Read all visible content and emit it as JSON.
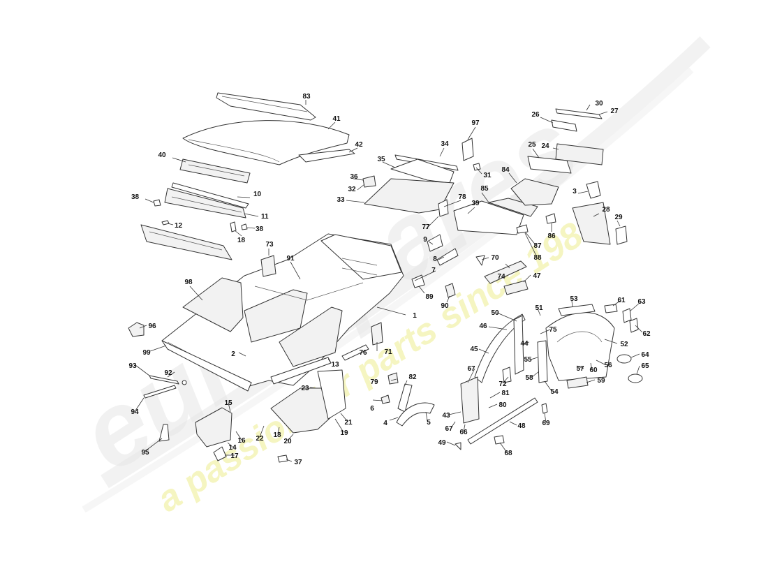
{
  "watermark": {
    "brand": "eurospares",
    "tagline": "a passion for parts since 1985",
    "brand_color": "#e8e8e8",
    "tagline_color": "#f3f3a0"
  },
  "labels": [
    {
      "id": "83",
      "text": "83"
    },
    {
      "id": "41",
      "text": "41"
    },
    {
      "id": "42",
      "text": "42"
    },
    {
      "id": "40",
      "text": "40"
    },
    {
      "id": "10",
      "text": "10"
    },
    {
      "id": "38a",
      "text": "38"
    },
    {
      "id": "11",
      "text": "11"
    },
    {
      "id": "12",
      "text": "12"
    },
    {
      "id": "38b",
      "text": "38"
    },
    {
      "id": "18a",
      "text": "18"
    },
    {
      "id": "73",
      "text": "73"
    },
    {
      "id": "91",
      "text": "91"
    },
    {
      "id": "98",
      "text": "98"
    },
    {
      "id": "96",
      "text": "96"
    },
    {
      "id": "99",
      "text": "99"
    },
    {
      "id": "2",
      "text": "2"
    },
    {
      "id": "93",
      "text": "93"
    },
    {
      "id": "92",
      "text": "92"
    },
    {
      "id": "94",
      "text": "94"
    },
    {
      "id": "95",
      "text": "95"
    },
    {
      "id": "15",
      "text": "15"
    },
    {
      "id": "16",
      "text": "16"
    },
    {
      "id": "14",
      "text": "14"
    },
    {
      "id": "17",
      "text": "17"
    },
    {
      "id": "22",
      "text": "22"
    },
    {
      "id": "18b",
      "text": "18"
    },
    {
      "id": "20",
      "text": "20"
    },
    {
      "id": "19",
      "text": "19"
    },
    {
      "id": "21",
      "text": "21"
    },
    {
      "id": "23",
      "text": "23"
    },
    {
      "id": "13",
      "text": "13"
    },
    {
      "id": "37",
      "text": "37"
    },
    {
      "id": "1",
      "text": "1"
    },
    {
      "id": "71",
      "text": "71"
    },
    {
      "id": "76",
      "text": "76"
    },
    {
      "id": "79",
      "text": "79"
    },
    {
      "id": "82",
      "text": "82"
    },
    {
      "id": "6",
      "text": "6"
    },
    {
      "id": "4",
      "text": "4"
    },
    {
      "id": "5",
      "text": "5"
    },
    {
      "id": "30",
      "text": "30"
    },
    {
      "id": "27",
      "text": "27"
    },
    {
      "id": "26",
      "text": "26"
    },
    {
      "id": "97",
      "text": "97"
    },
    {
      "id": "34",
      "text": "34"
    },
    {
      "id": "35",
      "text": "35"
    },
    {
      "id": "36",
      "text": "36"
    },
    {
      "id": "32",
      "text": "32"
    },
    {
      "id": "33",
      "text": "33"
    },
    {
      "id": "31",
      "text": "31"
    },
    {
      "id": "25",
      "text": "25"
    },
    {
      "id": "24",
      "text": "24"
    },
    {
      "id": "84",
      "text": "84"
    },
    {
      "id": "3",
      "text": "3"
    },
    {
      "id": "85",
      "text": "85"
    },
    {
      "id": "78",
      "text": "78"
    },
    {
      "id": "39",
      "text": "39"
    },
    {
      "id": "28",
      "text": "28"
    },
    {
      "id": "29",
      "text": "29"
    },
    {
      "id": "77",
      "text": "77"
    },
    {
      "id": "86",
      "text": "86"
    },
    {
      "id": "87",
      "text": "87"
    },
    {
      "id": "88",
      "text": "88"
    },
    {
      "id": "9",
      "text": "9"
    },
    {
      "id": "8",
      "text": "8"
    },
    {
      "id": "7",
      "text": "7"
    },
    {
      "id": "70",
      "text": "70"
    },
    {
      "id": "74",
      "text": "74"
    },
    {
      "id": "47",
      "text": "47"
    },
    {
      "id": "89",
      "text": "89"
    },
    {
      "id": "90",
      "text": "90"
    },
    {
      "id": "53",
      "text": "53"
    },
    {
      "id": "61",
      "text": "61"
    },
    {
      "id": "63",
      "text": "63"
    },
    {
      "id": "62",
      "text": "62"
    },
    {
      "id": "50",
      "text": "50"
    },
    {
      "id": "51",
      "text": "51"
    },
    {
      "id": "46",
      "text": "46"
    },
    {
      "id": "75",
      "text": "75"
    },
    {
      "id": "44",
      "text": "44"
    },
    {
      "id": "45",
      "text": "45"
    },
    {
      "id": "55",
      "text": "55"
    },
    {
      "id": "52",
      "text": "52"
    },
    {
      "id": "64",
      "text": "64"
    },
    {
      "id": "65",
      "text": "65"
    },
    {
      "id": "56",
      "text": "56"
    },
    {
      "id": "57",
      "text": "57"
    },
    {
      "id": "60",
      "text": "60"
    },
    {
      "id": "67a",
      "text": "67"
    },
    {
      "id": "72",
      "text": "72"
    },
    {
      "id": "58",
      "text": "58"
    },
    {
      "id": "59",
      "text": "59"
    },
    {
      "id": "54",
      "text": "54"
    },
    {
      "id": "81",
      "text": "81"
    },
    {
      "id": "80",
      "text": "80"
    },
    {
      "id": "43",
      "text": "43"
    },
    {
      "id": "67b",
      "text": "67"
    },
    {
      "id": "66",
      "text": "66"
    },
    {
      "id": "48",
      "text": "48"
    },
    {
      "id": "69",
      "text": "69"
    },
    {
      "id": "49",
      "text": "49"
    },
    {
      "id": "68",
      "text": "68"
    }
  ]
}
